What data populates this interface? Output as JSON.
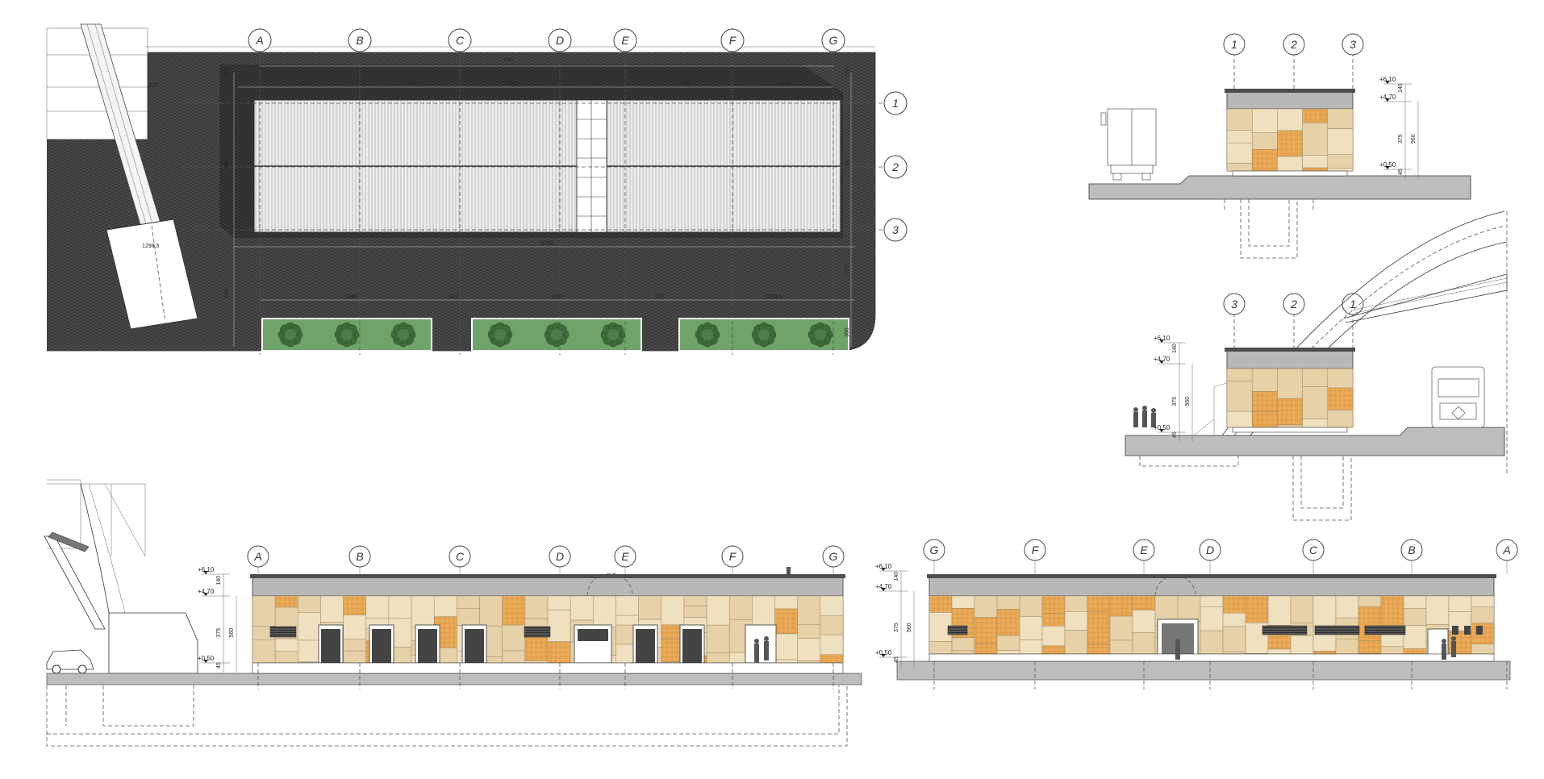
{
  "colors": {
    "pavement": "#3a3a3a",
    "pavement_light": "#4a4a4a",
    "roof": "#e8e8e8",
    "grass": "#6fa36a",
    "tree": "#3d6b3a",
    "panel_beige": "#e7d1a8",
    "panel_light": "#efe0c0",
    "panel_orange": "#e7a653",
    "ground": "#bdbdbd",
    "cap": "#4d4d4d"
  },
  "plan": {
    "column_axes": [
      "A",
      "B",
      "C",
      "D",
      "E",
      "F",
      "G"
    ],
    "row_axes": [
      "1",
      "2",
      "3"
    ],
    "dims_top": [
      "640",
      "640",
      "640",
      "430",
      "640",
      "640"
    ],
    "dim_total_top": "640",
    "dim_left": "225",
    "dim_ramp": "1298.5",
    "dim_total": "3758",
    "dims_bottom": [
      "1086",
      "222",
      "1086",
      "222",
      "1214.5"
    ],
    "dims_side": [
      "350",
      "350",
      "350",
      "180",
      "760",
      "220",
      "350"
    ]
  },
  "levels": [
    "+6.10",
    "+4.70",
    "+0.50"
  ],
  "level_dims": [
    "140",
    "560",
    "375",
    "45"
  ],
  "sections": {
    "section_a_axes": [
      "1",
      "2",
      "3"
    ],
    "section_b_axes": [
      "3",
      "2",
      "1"
    ]
  },
  "elevations": {
    "south_axes": [
      "A",
      "B",
      "C",
      "D",
      "E",
      "F",
      "G"
    ],
    "north_axes": [
      "G",
      "F",
      "E",
      "D",
      "C",
      "B",
      "A"
    ]
  }
}
